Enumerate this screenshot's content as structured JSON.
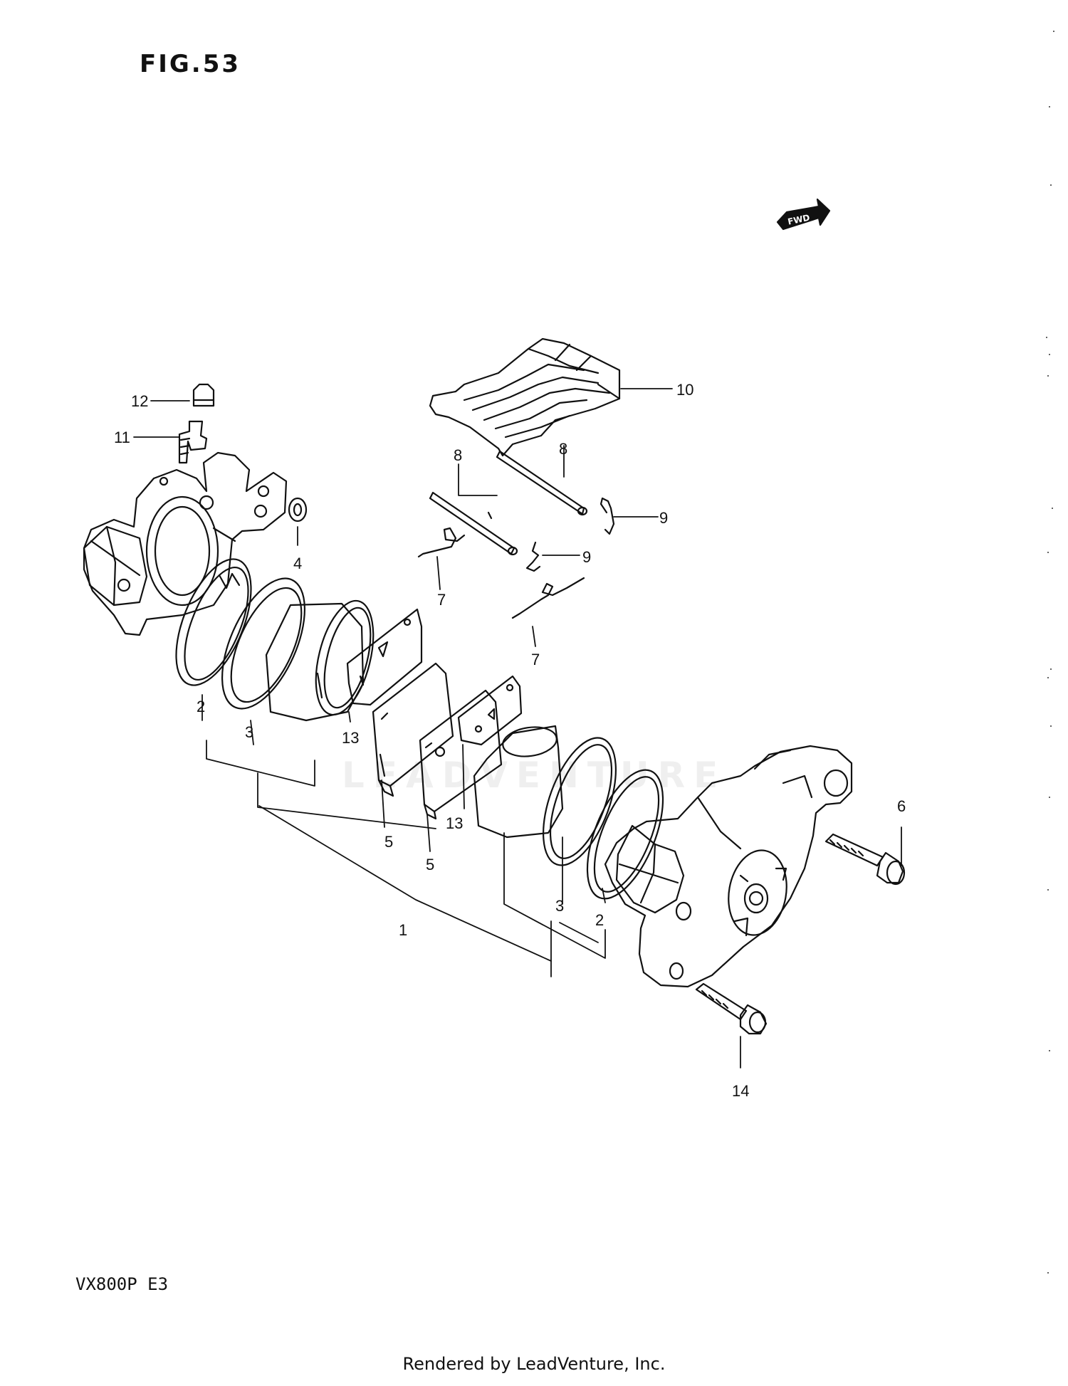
{
  "figure": {
    "title": "FIG.53",
    "model_code": "VX800P  E3",
    "footer": "Rendered by LeadVenture, Inc.",
    "watermark": "LEADVENTURE",
    "direction_badge": "FWD"
  },
  "callouts": [
    {
      "num": "1",
      "part": "caliper-set"
    },
    {
      "num": "2",
      "part": "piston-seal"
    },
    {
      "num": "3",
      "part": "dust-seal"
    },
    {
      "num": "4",
      "part": "washer"
    },
    {
      "num": "5",
      "part": "brake-pad"
    },
    {
      "num": "6",
      "part": "caliper-bolt"
    },
    {
      "num": "7",
      "part": "pad-spring"
    },
    {
      "num": "8",
      "part": "pad-pin"
    },
    {
      "num": "9",
      "part": "pin-clip"
    },
    {
      "num": "10",
      "part": "caliper-cover"
    },
    {
      "num": "11",
      "part": "bleeder-valve"
    },
    {
      "num": "12",
      "part": "bleeder-cap"
    },
    {
      "num": "13",
      "part": "pad-shim"
    },
    {
      "num": "14",
      "part": "mounting-bolt"
    }
  ],
  "colors": {
    "line": "#111111",
    "background": "#ffffff"
  }
}
